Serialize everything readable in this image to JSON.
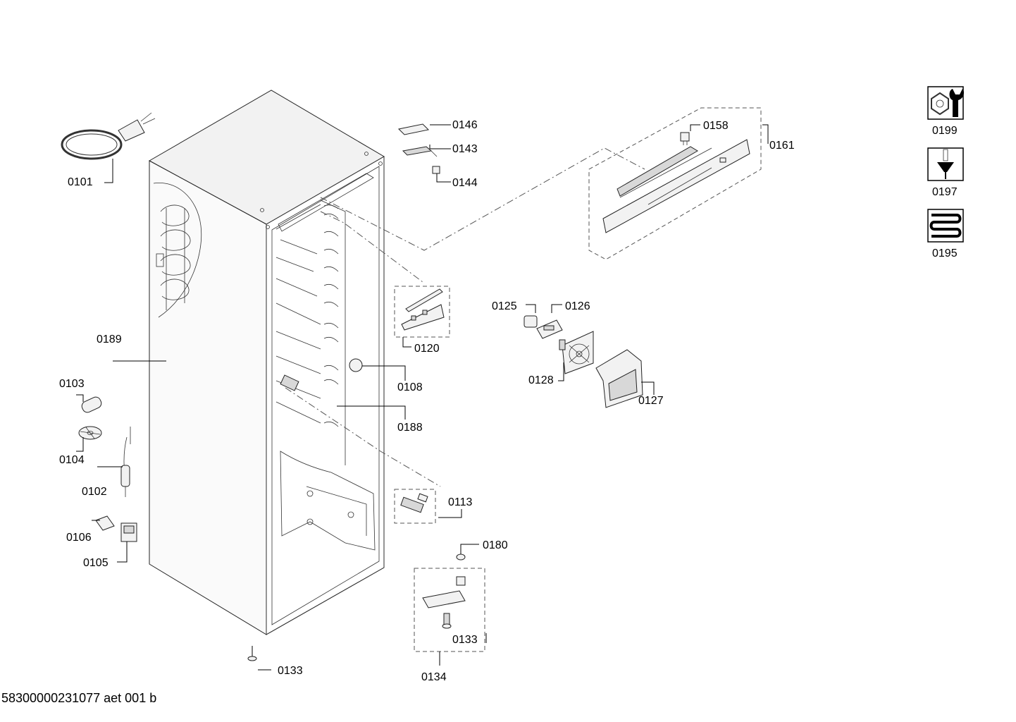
{
  "document_id": "58300000231077 aet 001 b",
  "callouts": {
    "c0101": "0101",
    "c0146": "0146",
    "c0143": "0143",
    "c0144": "0144",
    "c0158": "0158",
    "c0161": "0161",
    "c0125": "0125",
    "c0126": "0126",
    "c0120": "0120",
    "c0128": "0128",
    "c0127": "0127",
    "c0189": "0189",
    "c0108": "0108",
    "c0188": "0188",
    "c0103": "0103",
    "c0104": "0104",
    "c0102": "0102",
    "c0106": "0106",
    "c0105": "0105",
    "c0113": "0113",
    "c0180": "0180",
    "c0133_kit": "0133",
    "c0133_main": "0133",
    "c0134": "0134"
  },
  "legend_icons": [
    {
      "icon": "wrench-nut-icon",
      "label": "0199"
    },
    {
      "icon": "screw-icon",
      "label": "0197"
    },
    {
      "icon": "heating-coil-icon",
      "label": "0195"
    }
  ]
}
